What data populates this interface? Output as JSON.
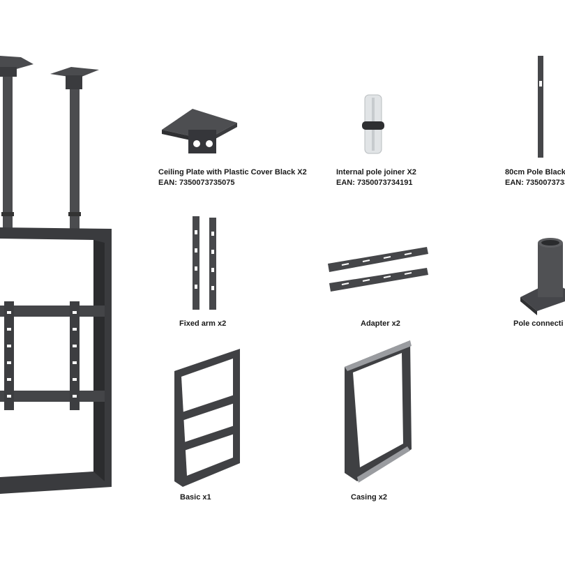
{
  "colors": {
    "steel": "#3f4043",
    "steel_dark": "#2b2c2e",
    "steel_light": "#5a5b5e",
    "joiner": "#dfe2e4",
    "background": "#ffffff"
  },
  "parts": [
    {
      "id": "ceiling-plate",
      "icon": "ceiling-plate-icon",
      "name": "Ceiling Plate with Plastic Cover Black X2",
      "ean": "EAN: 7350073735075"
    },
    {
      "id": "pole-joiner",
      "icon": "pole-joiner-icon",
      "name": "Internal pole joiner X2",
      "ean": "EAN: 7350073734191"
    },
    {
      "id": "pole-80cm",
      "icon": "pole-icon",
      "name": "80cm Pole Black",
      "ean": "EAN: 7350073733"
    },
    {
      "id": "fixed-arm",
      "icon": "fixed-arm-icon",
      "name": "Fixed arm x2"
    },
    {
      "id": "adapter",
      "icon": "adapter-icon",
      "name": "Adapter x2"
    },
    {
      "id": "pole-connector",
      "icon": "pole-connector-icon",
      "name": "Pole connecti"
    },
    {
      "id": "basic",
      "icon": "basic-frame-icon",
      "name": "Basic x1"
    },
    {
      "id": "casing",
      "icon": "casing-frame-icon",
      "name": "Casing x2"
    }
  ]
}
